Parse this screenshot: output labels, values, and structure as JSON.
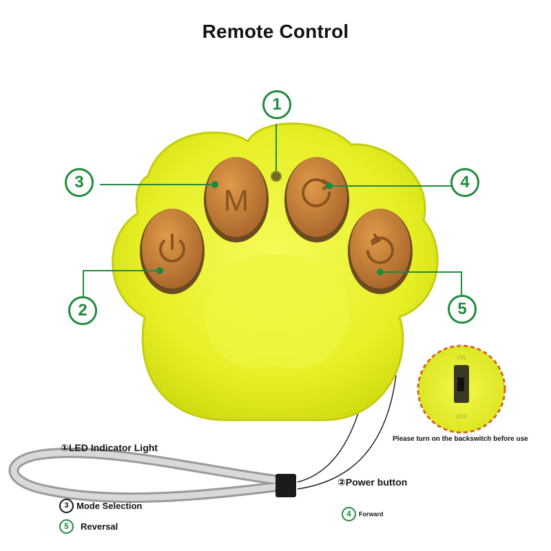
{
  "title": "Remote Control",
  "callouts": {
    "c1": "1",
    "c2": "2",
    "c3": "3",
    "c4": "4",
    "c5": "5"
  },
  "buttons": {
    "mode_label": "M"
  },
  "switch": {
    "on_label": "ON",
    "off_label": "OFF"
  },
  "legend": {
    "led": {
      "num": "①",
      "text": "LED Indicator Light"
    },
    "power": {
      "num": "②",
      "text": "Power button"
    },
    "mode": {
      "num": "3",
      "text": "Mode Selection"
    },
    "forward": {
      "num": "4",
      "text": "Forward"
    },
    "reversal": {
      "num": "5",
      "text": "Reversal"
    }
  },
  "note": "Please turn on the backswitch before use",
  "colors": {
    "paw": "#e4ee2a",
    "button": "#c98338",
    "accent": "#1f8a3c"
  }
}
